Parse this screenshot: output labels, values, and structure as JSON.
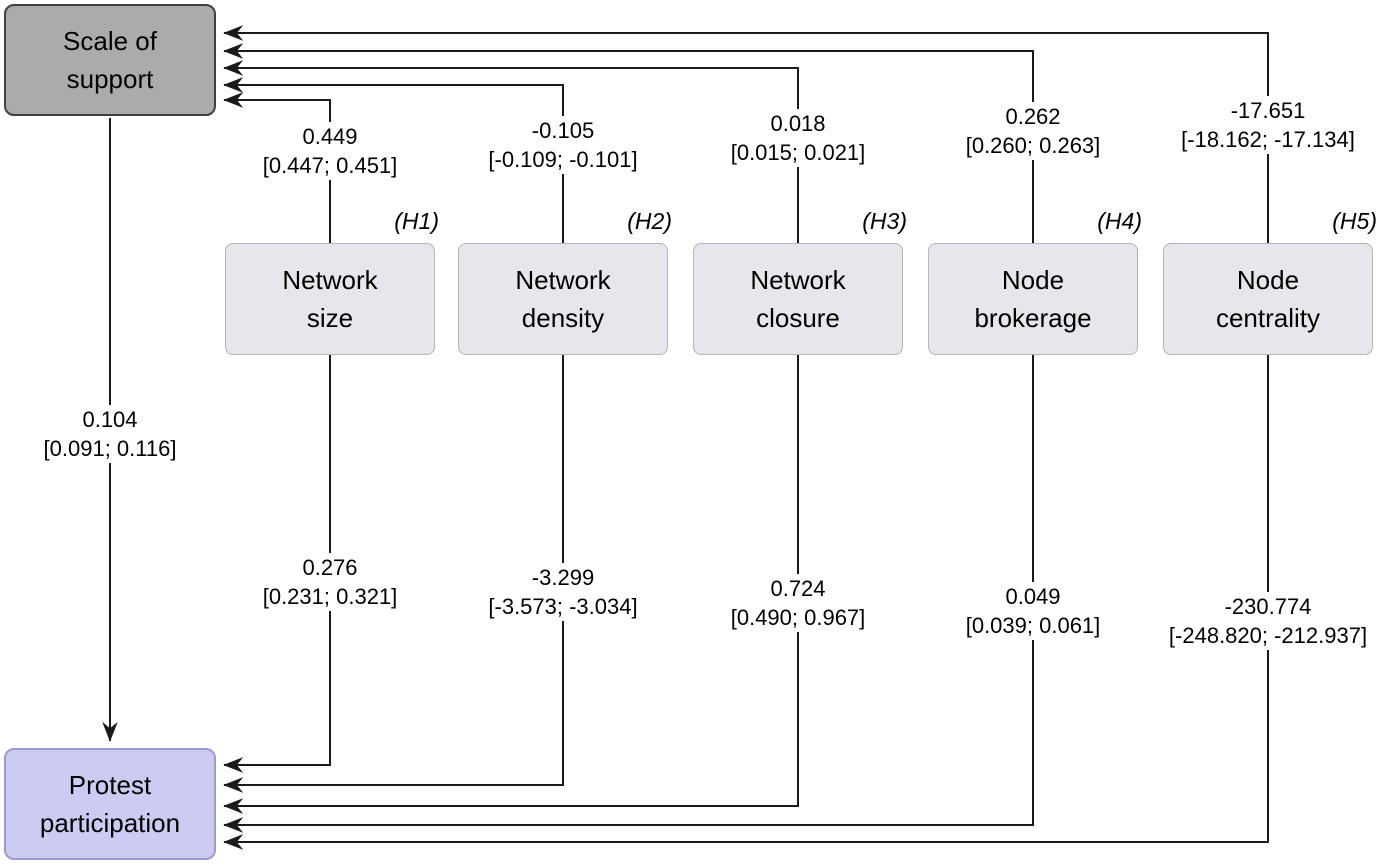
{
  "diagram": {
    "type": "path-model",
    "outcome_top": {
      "label": "Scale of\nsupport"
    },
    "outcome_bottom": {
      "label": "Protest\nparticipation"
    },
    "support_to_protest": {
      "coef": "0.104",
      "ci": "[0.091; 0.116]"
    },
    "predictors": [
      {
        "label": "Network\nsize",
        "hypothesis": "(H1)",
        "to_support": {
          "coef": "0.449",
          "ci": "[0.447; 0.451]"
        },
        "to_protest": {
          "coef": "0.276",
          "ci": "[0.231; 0.321]"
        }
      },
      {
        "label": "Network\ndensity",
        "hypothesis": "(H2)",
        "to_support": {
          "coef": "-0.105",
          "ci": "[-0.109; -0.101]"
        },
        "to_protest": {
          "coef": "-3.299",
          "ci": "[-3.573; -3.034]"
        }
      },
      {
        "label": "Network\nclosure",
        "hypothesis": "(H3)",
        "to_support": {
          "coef": "0.018",
          "ci": "[0.015; 0.021]"
        },
        "to_protest": {
          "coef": "0.724",
          "ci": "[0.490; 0.967]"
        }
      },
      {
        "label": "Node\nbrokerage",
        "hypothesis": "(H4)",
        "to_support": {
          "coef": "0.262",
          "ci": "[0.260; 0.263]"
        },
        "to_protest": {
          "coef": "0.049",
          "ci": "[0.039; 0.061]"
        }
      },
      {
        "label": "Node\ncentrality",
        "hypothesis": "(H5)",
        "to_support": {
          "coef": "-17.651",
          "ci": "[-18.162; -17.134]"
        },
        "to_protest": {
          "coef": "-230.774",
          "ci": "[-248.820; -212.937]"
        }
      }
    ],
    "colors": {
      "support_box_fill": "#ababab",
      "support_box_border": "#404040",
      "protest_box_fill": "#ccccf2",
      "protest_box_border": "#9b9bd4",
      "predictor_box_fill": "#e6e6ec",
      "predictor_box_border": "#b3b3bd",
      "arrow_line": "#1a1a1a",
      "text": "#000000",
      "background": "#ffffff"
    }
  }
}
